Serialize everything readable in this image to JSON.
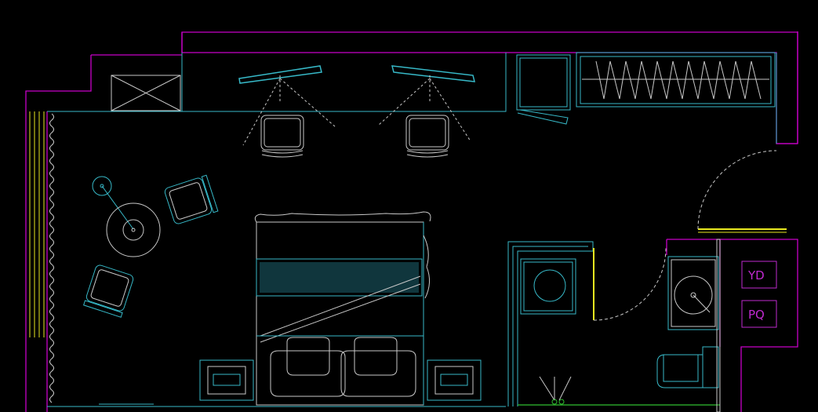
{
  "labels": {
    "yd": "YD",
    "pq": "PQ"
  },
  "colors": {
    "background": "#000000",
    "wall": "#c800c8",
    "furniture": "#37b9c8",
    "detail": "#c8c8c8",
    "yellow": "#e8e820",
    "green": "#30c030"
  },
  "elements": {
    "exterior_wall": "wall-outline",
    "window": "window-strip",
    "curtain": "curtain-icon",
    "bed": "double-bed",
    "desk_chairs": "desk-chair-icon",
    "lounge_chairs": "armchair-icon",
    "round_table": "round-table-icon",
    "floor_lamp": "floor-lamp-icon",
    "tv_screens": "tv-icon",
    "wardrobe": "wardrobe-icon",
    "minibar": "minibar-icon",
    "bathroom": "bathroom",
    "wash_basin": "wash-basin-icon",
    "toilet": "toilet-icon",
    "entry_door": "door-swing-icon",
    "bath_door": "door-swing-icon",
    "nightstands": "nightstand-icon",
    "shower": "shower-icon"
  }
}
